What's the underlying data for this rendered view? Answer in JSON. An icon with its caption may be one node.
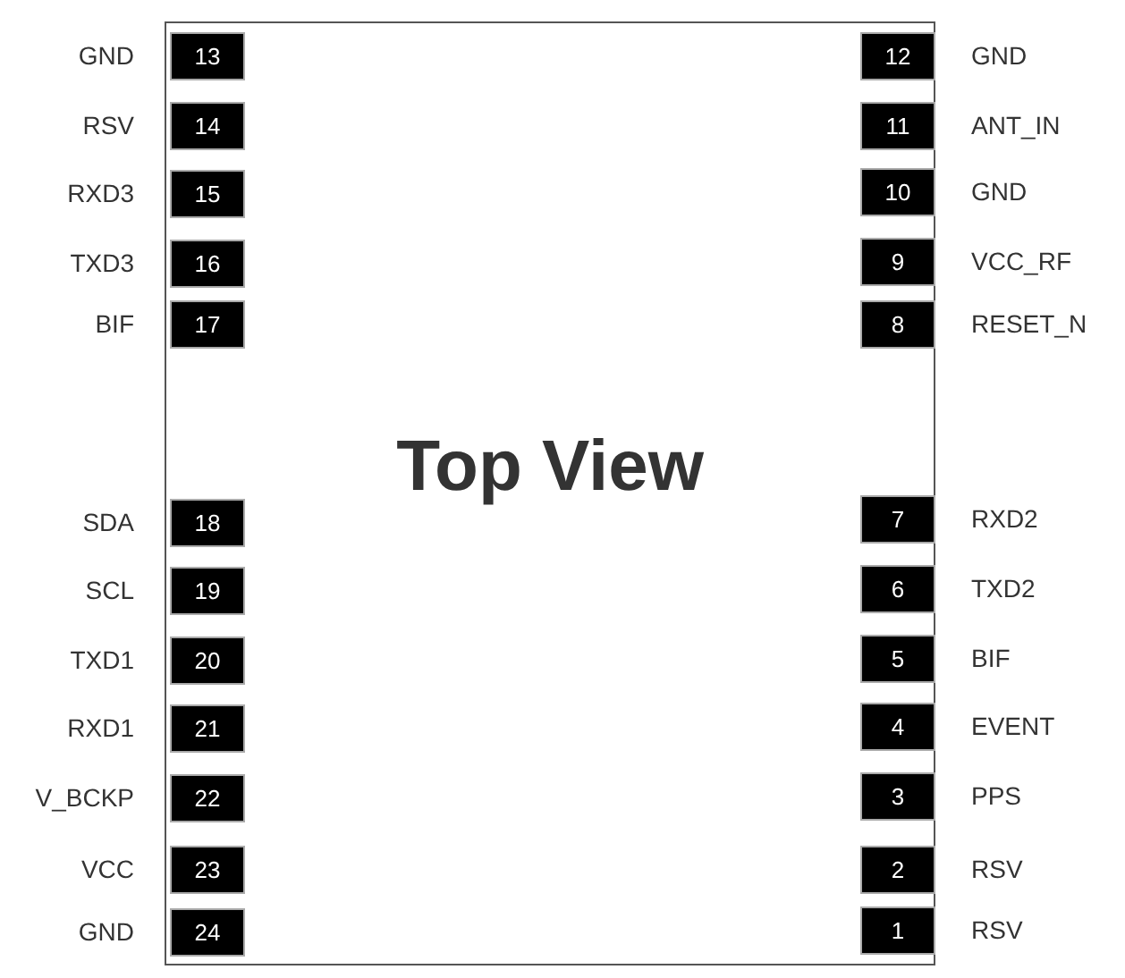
{
  "diagram": {
    "nodes": [
      {
        "text": [
          "Top View"
        ]
      },
      {
        "text": [
          "13"
        ],
        "in": 0,
        "beside": [
          "GND"
        ]
      },
      {
        "text": [
          "14"
        ],
        "in": 0,
        "beside": [
          "RSV"
        ]
      },
      {
        "text": [
          "15"
        ],
        "in": 0,
        "beside": [
          "RXD3"
        ]
      },
      {
        "text": [
          "16"
        ],
        "in": 0,
        "beside": [
          "TXD3"
        ]
      },
      {
        "text": [
          "17"
        ],
        "in": 0,
        "beside": [
          "BIF"
        ]
      },
      {
        "text": [
          "18"
        ],
        "in": 0,
        "beside": [
          "SDA"
        ]
      },
      {
        "text": [
          "19"
        ],
        "in": 0,
        "beside": [
          "SCL"
        ]
      },
      {
        "text": [
          "20"
        ],
        "in": 0,
        "beside": [
          "TXD1"
        ]
      },
      {
        "text": [
          "21"
        ],
        "in": 0,
        "beside": [
          "RXD1"
        ]
      },
      {
        "text": [
          "22"
        ],
        "in": 0,
        "beside": [
          "V_BCKP"
        ]
      },
      {
        "text": [
          "23"
        ],
        "in": 0,
        "beside": [
          "VCC"
        ]
      },
      {
        "text": [
          "24"
        ],
        "in": 0,
        "beside": [
          "GND"
        ]
      },
      {
        "text": [
          "12"
        ],
        "in": 0,
        "beside": [
          "GND"
        ]
      },
      {
        "text": [
          "11"
        ],
        "in": 0,
        "beside": [
          "ANT_IN"
        ]
      },
      {
        "text": [
          "10"
        ],
        "in": 0,
        "beside": [
          "GND"
        ]
      },
      {
        "text": [
          "9"
        ],
        "in": 0,
        "beside": [
          "VCC_RF"
        ]
      },
      {
        "text": [
          "8"
        ],
        "in": 0,
        "beside": [
          "RESET_N"
        ]
      },
      {
        "text": [
          "7"
        ],
        "in": 0,
        "beside": [
          "RXD2"
        ]
      },
      {
        "text": [
          "6"
        ],
        "in": 0,
        "beside": [
          "TXD2"
        ]
      },
      {
        "text": [
          "5"
        ],
        "in": 0,
        "beside": [
          "BIF"
        ]
      },
      {
        "text": [
          "4"
        ],
        "in": 0,
        "beside": [
          "EVENT"
        ]
      },
      {
        "text": [
          "3"
        ],
        "in": 0,
        "beside": [
          "PPS"
        ]
      },
      {
        "text": [
          "2"
        ],
        "in": 0,
        "beside": [
          "RSV"
        ]
      },
      {
        "text": [
          "1"
        ],
        "in": 0,
        "beside": [
          "RSV"
        ]
      }
    ]
  }
}
